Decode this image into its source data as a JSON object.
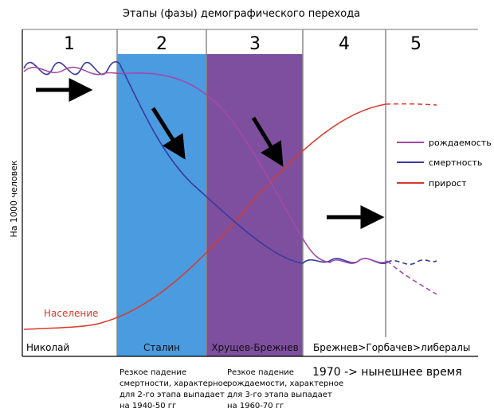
{
  "title": "Этапы (фазы) демографического перехода",
  "ylabel": "На 1000 человек",
  "stages": [
    {
      "num": "1",
      "era": "Николай"
    },
    {
      "num": "2",
      "era": "Сталин"
    },
    {
      "num": "3",
      "era": "Хрущев-Брежнев"
    },
    {
      "num": "4",
      "era": "Брежнев>Горбачев>либералы"
    },
    {
      "num": "5",
      "era": ""
    }
  ],
  "colors": {
    "stage2_fill": "#4a9be0",
    "stage3_fill": "#7e4f9e",
    "birth_rate": "#a24aa8",
    "death_rate": "#3a3a9e",
    "growth": "#d83a2a"
  },
  "legend": [
    {
      "label": "рождаемость",
      "color": "#a24aa8"
    },
    {
      "label": "смертность",
      "color": "#3a3a9e"
    },
    {
      "label": "прирост",
      "color": "#d83a2a"
    }
  ],
  "population_label": "Население",
  "notes": {
    "stage2": [
      "Резкое падение",
      "смертности, характерное",
      "для 2-го этапа выпадает",
      "на 1940-50 гг"
    ],
    "stage3": [
      "Резкое падение",
      "рождаемости, характерное",
      "для 3-го этапа выпадает",
      "на 1960-70 гг"
    ],
    "stage4": "1970 -> нынешнее время"
  }
}
